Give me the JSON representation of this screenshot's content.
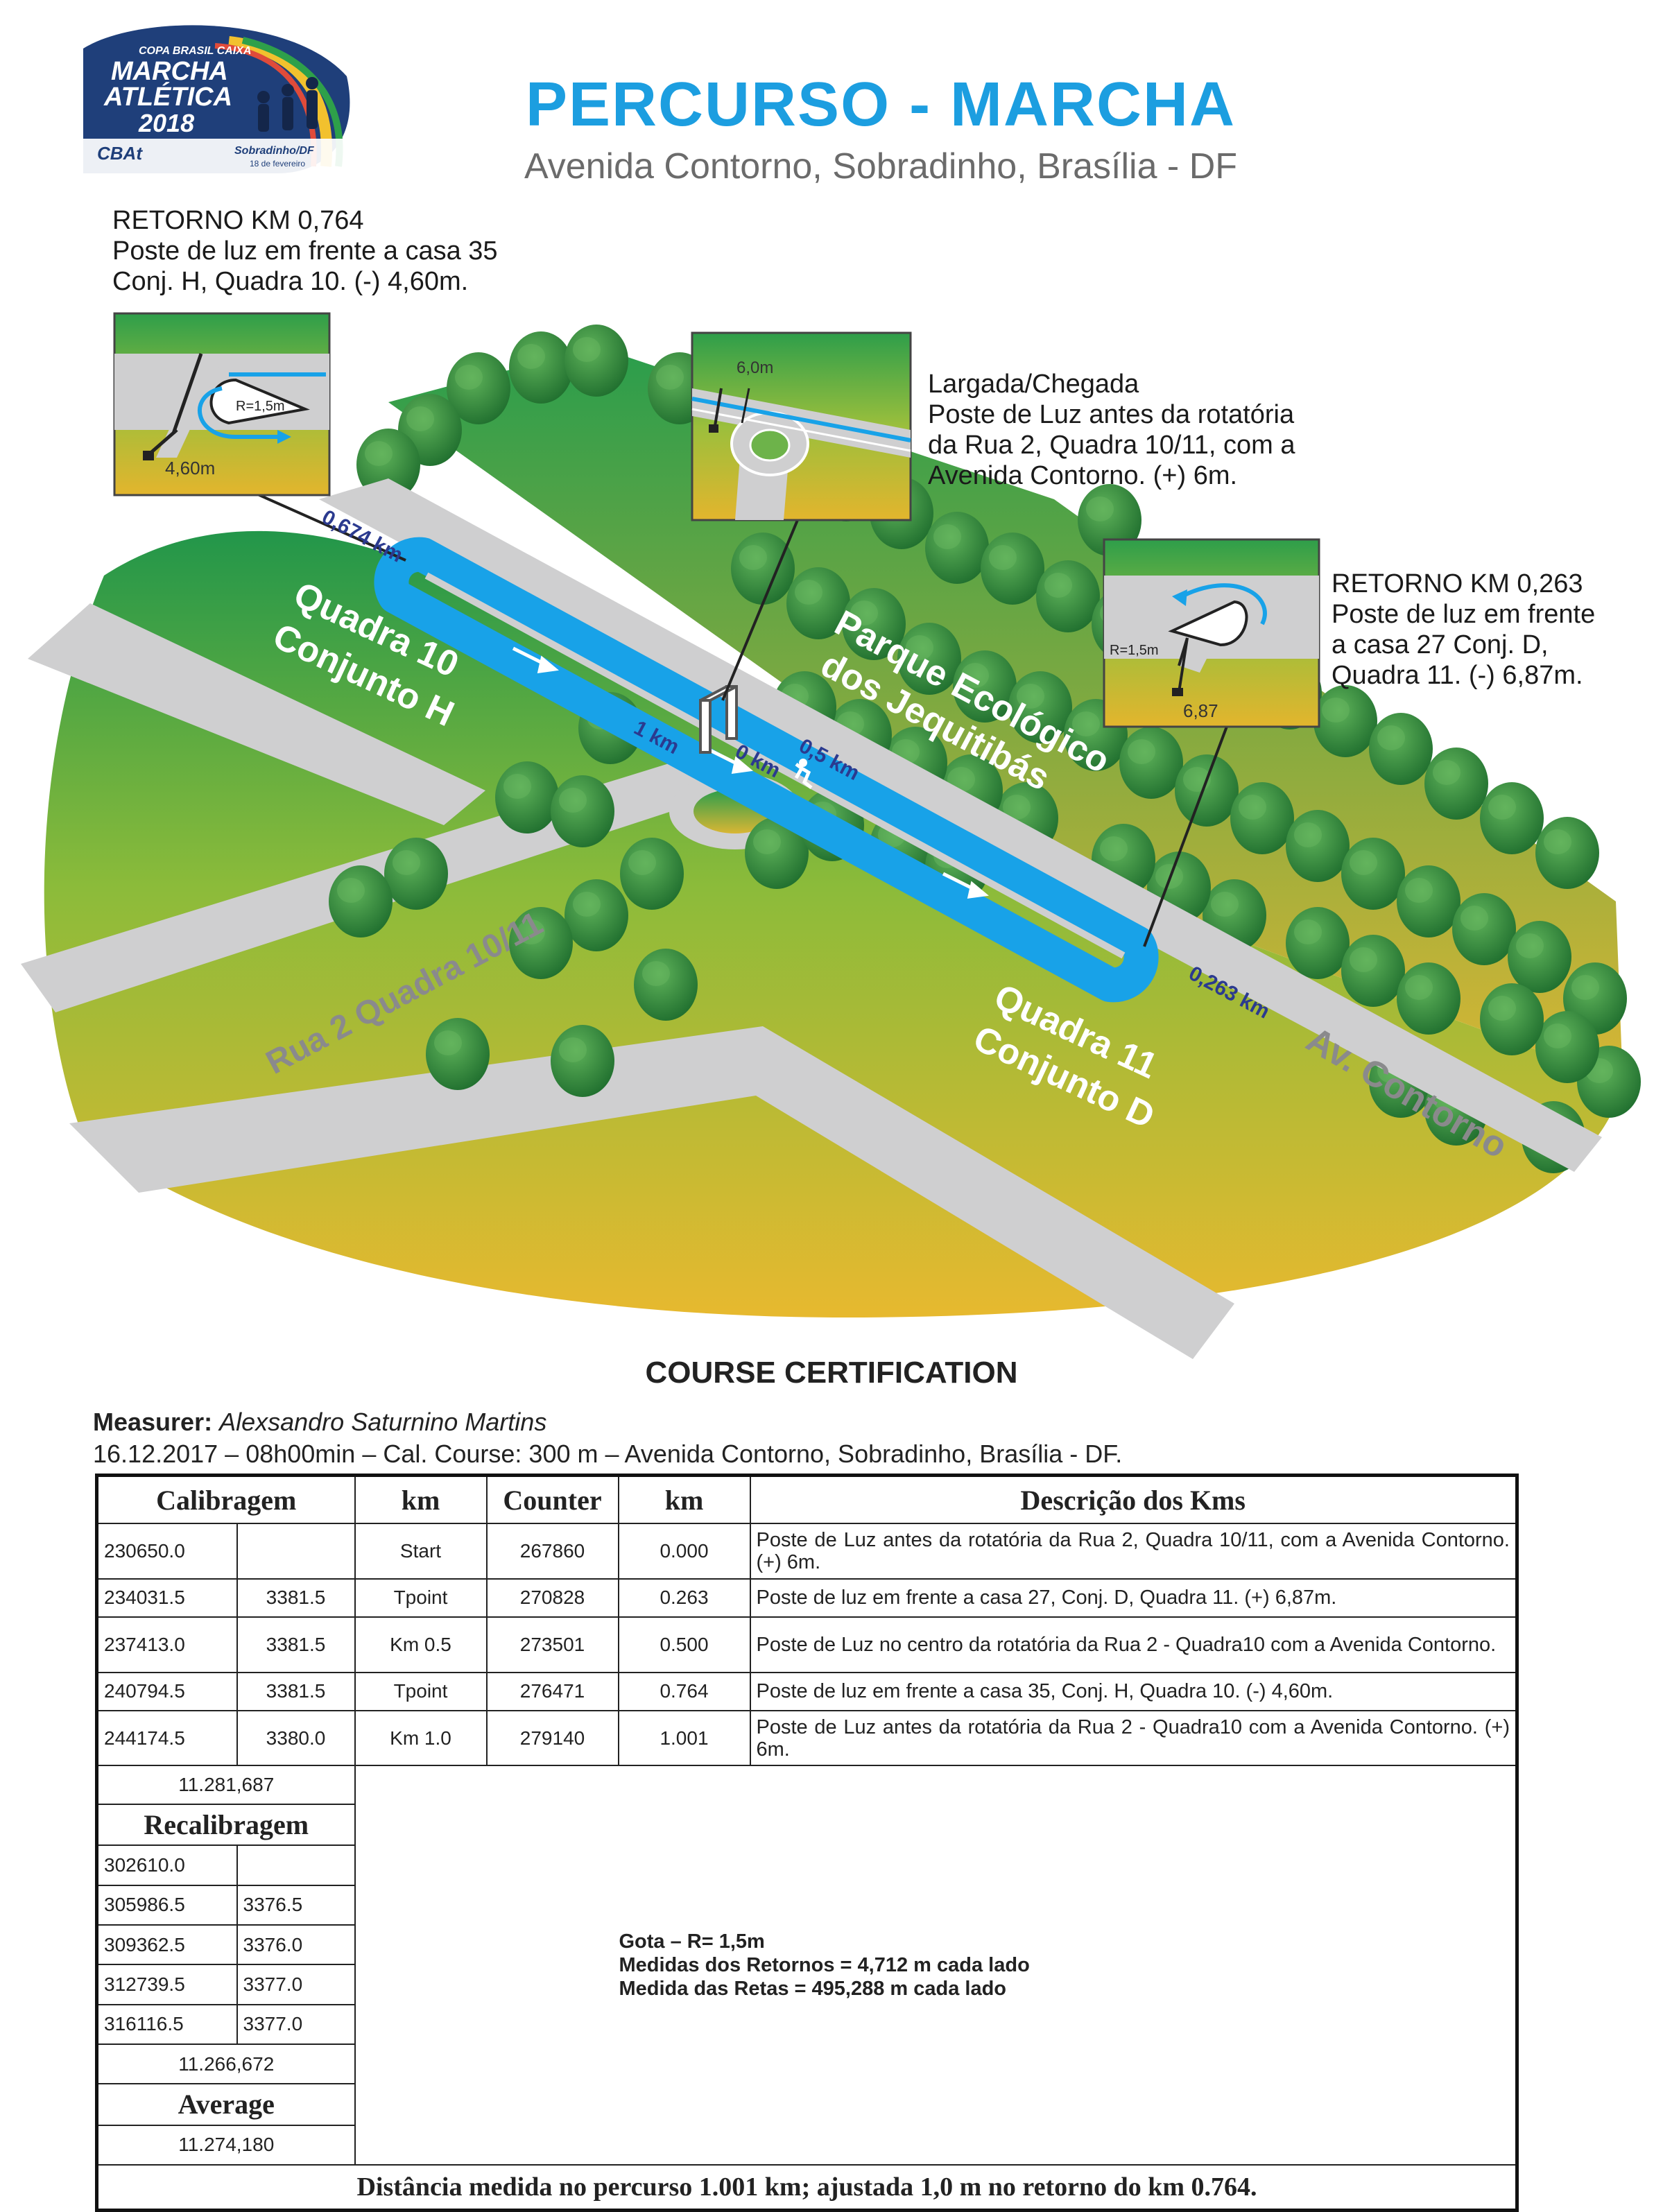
{
  "logo": {
    "top_line": "COPA BRASIL CAIXA",
    "line1": "MARCHA",
    "line2": "ATLÉTICA",
    "year": "2018",
    "place": "Sobradinho/DF",
    "date": "18 de fevereiro",
    "brand": "CBAt"
  },
  "header": {
    "title": "PERCURSO - MARCHA",
    "subtitle": "Avenida Contorno, Sobradinho, Brasília - DF"
  },
  "notes": {
    "retorno_764": "RETORNO KM 0,764\nPoste de luz em frente a casa 35\nConj. H, Quadra 10. (-) 4,60m.",
    "largada": "Largada/Chegada\nPoste de Luz antes da rotatória\nda Rua 2, Quadra 10/11, com a\nAvenida Contorno. (+) 6m.",
    "retorno_263": "RETORNO KM 0,263\nPoste de luz em frente\na casa 27 Conj. D,\nQuadra 11. (-) 6,87m."
  },
  "insets": {
    "a_radius": "R=1,5m",
    "a_dist": "4,60m",
    "b_dist": "6,0m",
    "c_radius": "R=1,5m",
    "c_dist": "6,87"
  },
  "map": {
    "quadra10_l1": "Quadra 10",
    "quadra10_l2": "Conjunto H",
    "parque_l1": "Parque Ecológico",
    "parque_l2": "dos Jequitibás",
    "quadra11_l1": "Quadra 11",
    "quadra11_l2": "Conjunto D",
    "rua2": "Rua 2 Quadra 10/11",
    "av_contorno": "Av. Contorno",
    "km_0674": "0,674 km",
    "km_1": "1 km",
    "km_0": "0 km",
    "km_05": "0,5 km",
    "km_0263": "0,263 km"
  },
  "certification": {
    "title": "COURSE CERTIFICATION",
    "measurer_label": "Measurer:",
    "measurer_name": "Alexsandro Saturnino Martins",
    "date_line": "16.12.2017 – 08h00min    –    Cal. Course: 300 m – Avenida Contorno, Sobradinho, Brasília - DF.",
    "headers": [
      "Calibragem",
      "km",
      "Counter",
      "km",
      "Descrição dos Kms"
    ],
    "rows": [
      {
        "cal": "230650.0",
        "diff": "",
        "km": "Start",
        "counter": "267860",
        "kmv": "0.000",
        "desc": "Poste de Luz antes da rotatória da Rua 2, Quadra 10/11, com a Avenida Contorno. (+) 6m."
      },
      {
        "cal": "234031.5",
        "diff": "3381.5",
        "km": "Tpoint",
        "counter": "270828",
        "kmv": "0.263",
        "desc": "Poste de luz em frente a casa 27, Conj. D, Quadra 11. (+) 6,87m."
      },
      {
        "cal": "237413.0",
        "diff": "3381.5",
        "km": "Km 0.5",
        "counter": "273501",
        "kmv": "0.500",
        "desc": "Poste de Luz no centro da rotatória da Rua 2 - Quadra10 com a Avenida Contorno."
      },
      {
        "cal": "240794.5",
        "diff": "3381.5",
        "km": "Tpoint",
        "counter": "276471",
        "kmv": "0.764",
        "desc": "Poste de luz em frente a casa 35, Conj. H, Quadra 10. (-) 4,60m."
      },
      {
        "cal": "244174.5",
        "diff": "3380.0",
        "km": "Km 1.0",
        "counter": "279140",
        "kmv": "1.001",
        "desc": "Poste de Luz antes da rotatória da Rua 2 - Quadra10 com a Avenida Contorno. (+) 6m."
      }
    ],
    "cal_total": "11.281,687",
    "recal_title": "Recalibragem",
    "recal_rows": [
      {
        "cal": "302610.0",
        "diff": ""
      },
      {
        "cal": "305986.5",
        "diff": "3376.5"
      },
      {
        "cal": "309362.5",
        "diff": "3376.0"
      },
      {
        "cal": "312739.5",
        "diff": "3377.0"
      },
      {
        "cal": "316116.5",
        "diff": "3377.0"
      }
    ],
    "recal_total": "11.266,672",
    "average_title": "Average",
    "average_value": "11.274,180",
    "notes": [
      "Gota – R= 1,5m",
      "Medidas dos Retornos = 4,712 m cada lado",
      "Medida das Retas = 495,288 m cada lado"
    ],
    "footer": "Distância medida no percurso 1.001 km; ajustada 1,0 m no retorno do km 0.764."
  },
  "colors": {
    "title_blue": "#1c9ee0",
    "course_blue": "#18a2e8",
    "grass_green": "#2ea04a",
    "grass_yellow": "#e4b92e",
    "road_gray": "#cfcfd0",
    "tree_green": "#2e8c3c",
    "km_label_navy": "#2b3a8f"
  }
}
